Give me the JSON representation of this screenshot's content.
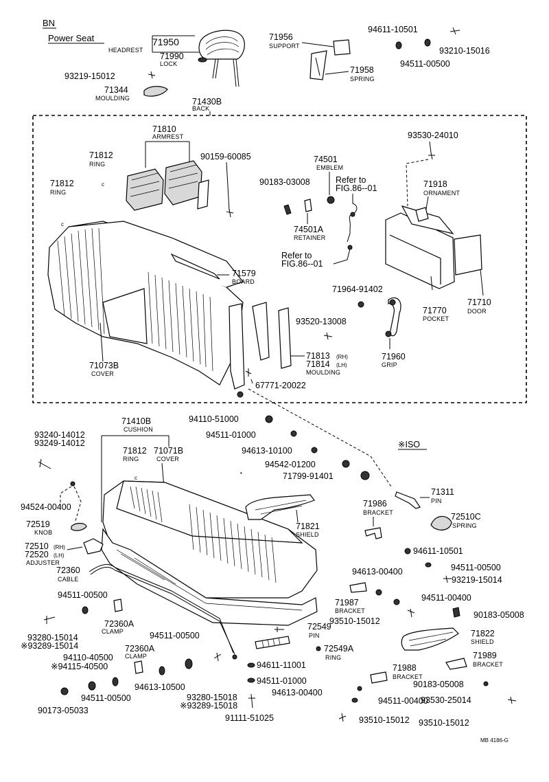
{
  "header": {
    "model": "BN",
    "title": "Power Seat",
    "iso": "※ISO",
    "code": "MB 4186-G"
  },
  "parts": {
    "headrest": {
      "num": "71950",
      "name": "HEADREST"
    },
    "lock": {
      "num": "71990",
      "name": "LOCK"
    },
    "support": {
      "num": "71956",
      "name": "SUPPORT"
    },
    "spring_71958": {
      "num": "71958",
      "name": "SPRING"
    },
    "b_94611_10501_top": {
      "num": "94611-10501"
    },
    "b_93210_15016": {
      "num": "93210-15016"
    },
    "b_94511_00500_top": {
      "num": "94511-00500"
    },
    "b_93219_15012_top": {
      "num": "93219-15012"
    },
    "moulding_71344": {
      "num": "71344",
      "name": "MOULDING"
    },
    "back": {
      "num": "71430B",
      "name": "BACK"
    },
    "armrest": {
      "num": "71810",
      "name": "ARMREST"
    },
    "ring_71812_a": {
      "num": "71812",
      "name": "RING"
    },
    "b_90159_60085": {
      "num": "90159-60085"
    },
    "ring_71812_b": {
      "num": "71812",
      "name": "RING"
    },
    "b_93530_24010": {
      "num": "93530-24010"
    },
    "emblem": {
      "num": "74501",
      "name": "EMBLEM"
    },
    "b_90183_03008": {
      "num": "90183-03008"
    },
    "refer_1": {
      "line1": "Refer to",
      "line2": "FIG.86--01"
    },
    "ornament": {
      "num": "71918",
      "name": "ORNAMENT"
    },
    "retainer": {
      "num": "74501A",
      "name": "RETAINER"
    },
    "refer_2": {
      "line1": "Refer to",
      "line2": "FIG.86--01"
    },
    "board": {
      "num": "71579",
      "name": "BOARD"
    },
    "b_71964_91402": {
      "num": "71964-91402"
    },
    "pocket": {
      "num": "71770",
      "name": "POCKET"
    },
    "door": {
      "num": "71710",
      "name": "DOOR"
    },
    "b_93520_13008": {
      "num": "93520-13008"
    },
    "grip": {
      "num": "71960",
      "name": "GRIP"
    },
    "cover_back": {
      "num": "71073B",
      "name": "COVER"
    },
    "moulding_71813": {
      "num": "71813",
      "suffix": "(RH)"
    },
    "moulding_71814": {
      "num": "71814",
      "suffix": "(LH)",
      "name": "MOULDING"
    },
    "b_67771_20022": {
      "num": "67771-20022"
    },
    "b_94110_51000": {
      "num": "94110-51000"
    },
    "cushion": {
      "num": "71410B",
      "name": "CUSHION"
    },
    "b_94511_01000_a": {
      "num": "94511-01000"
    },
    "b_93240_14012": {
      "num": "93240-14012"
    },
    "b_93249_14012": {
      "num": "93249-14012"
    },
    "ring_71812_c": {
      "num": "71812",
      "name": "RING"
    },
    "cover_cushion": {
      "num": "71071B",
      "name": "COVER"
    },
    "b_94613_10100": {
      "num": "94613-10100"
    },
    "b_94542_01200": {
      "num": "94542-01200"
    },
    "b_71799_91401": {
      "num": "71799-91401"
    },
    "b_94524_00400": {
      "num": "94524-00400"
    },
    "pin_71311": {
      "num": "71311",
      "name": "PIN"
    },
    "bracket_71986": {
      "num": "71986",
      "name": "BRACKET"
    },
    "shield_71821": {
      "num": "71821",
      "name": "SHIELD"
    },
    "spring_72510c": {
      "num": "72510C",
      "name": "SPRING"
    },
    "knob": {
      "num": "72519",
      "name": "KNOB"
    },
    "adjuster_rh": {
      "num": "72510",
      "suffix": "(RH)"
    },
    "adjuster_lh": {
      "num": "72520",
      "suffix": "(LH)",
      "name": "ADJUSTER"
    },
    "b_94611_10501_r": {
      "num": "94611-10501"
    },
    "b_94511_00500_r1": {
      "num": "94511-00500"
    },
    "b_94613_00400_a": {
      "num": "94613-00400"
    },
    "b_93219_15014": {
      "num": "93219-15014"
    },
    "cable": {
      "num": "72360",
      "name": "CABLE"
    },
    "b_94511_00500_l1": {
      "num": "94511-00500"
    },
    "b_94511_00400": {
      "num": "94511-00400"
    },
    "bracket_71987": {
      "num": "71987",
      "name": "BRACKET"
    },
    "clamp_72360a_a": {
      "num": "72360A",
      "name": "CLAMP"
    },
    "b_90183_05008_a": {
      "num": "90183-05008"
    },
    "b_93510_15012_a": {
      "num": "93510-15012"
    },
    "b_93280_15014": {
      "num": "93280-15014"
    },
    "b_93289_15014": {
      "num": "※93289-15014"
    },
    "pin_72549": {
      "num": "72549",
      "name": "PIN"
    },
    "shield_71822": {
      "num": "71822",
      "name": "SHIELD"
    },
    "b_94511_00500_c": {
      "num": "94511-00500"
    },
    "clamp_72360a_b": {
      "num": "72360A",
      "name": "CLAMP"
    },
    "b_94110_40500": {
      "num": "94110-40500"
    },
    "b_94115_40500": {
      "num": "※94115-40500"
    },
    "ring_72549a": {
      "num": "72549A",
      "name": "RING"
    },
    "bracket_71989": {
      "num": "71989",
      "name": "BRACKET"
    },
    "b_94611_11001": {
      "num": "94611-11001"
    },
    "b_94613_10500": {
      "num": "94613-10500"
    },
    "bracket_71988": {
      "num": "71988",
      "name": "BRACKET"
    },
    "b_94511_01000_b": {
      "num": "94511-01000"
    },
    "b_90183_05008_b": {
      "num": "90183-05008"
    },
    "b_94511_00500_bot": {
      "num": "94511-00500"
    },
    "b_94613_00400_b": {
      "num": "94613-00400"
    },
    "b_93530_25014": {
      "num": "93530-25014"
    },
    "b_90173_05033": {
      "num": "90173-05033"
    },
    "b_93280_15018": {
      "num": "93280-15018"
    },
    "b_93289_15018": {
      "num": "※93289-15018"
    },
    "b_94511_00400_bot": {
      "num": "94511-00400"
    },
    "b_91111_51025": {
      "num": "91111-51025"
    },
    "b_93510_15012_b": {
      "num": "93510-15012"
    },
    "b_93510_15012_c": {
      "num": "93510-15012"
    }
  }
}
